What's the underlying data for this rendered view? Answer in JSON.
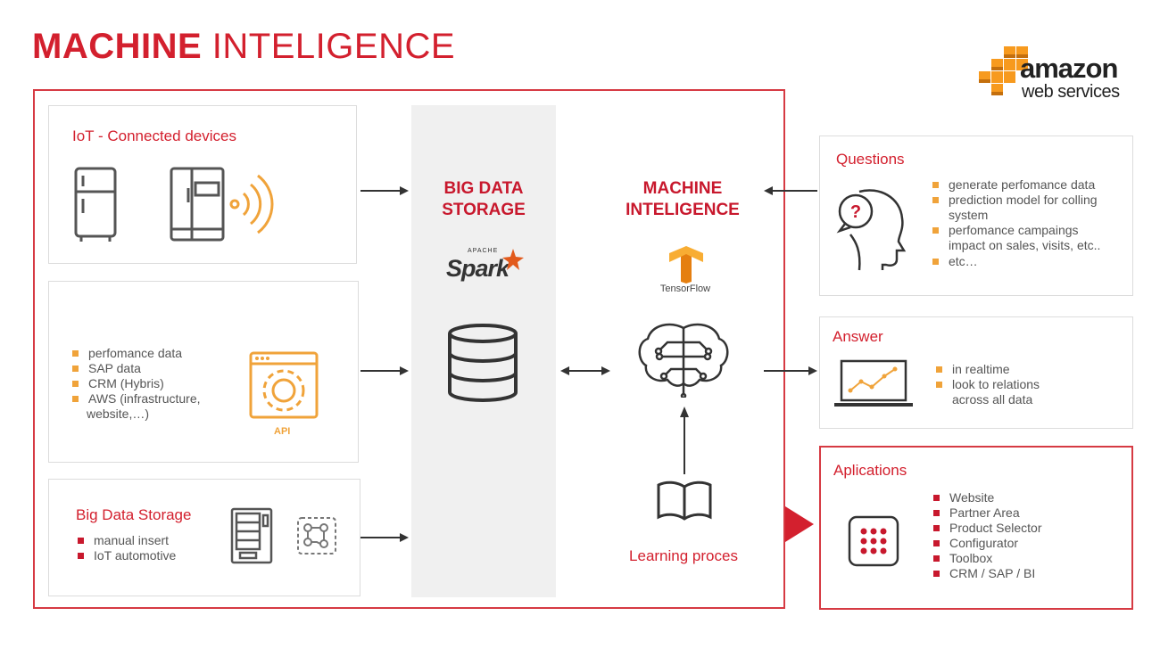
{
  "title": {
    "bold": "MACHINE",
    "light": "INTELIGENCE"
  },
  "logo": {
    "line1": "amazon",
    "line2": "web services"
  },
  "iot": {
    "title": "IoT - Connected devices"
  },
  "data_sources": {
    "items": [
      "perfomance data",
      "SAP data",
      "CRM (Hybris)",
      "AWS (infrastructure,",
      "website,…)"
    ],
    "api_label": "API"
  },
  "big_data_input": {
    "title": "Big Data Storage",
    "items": [
      "manual insert",
      "IoT automotive"
    ]
  },
  "storage": {
    "heading_1": "BIG DATA",
    "heading_2": "STORAGE",
    "spark_small": "APACHE",
    "spark": "Spark"
  },
  "mi": {
    "heading_1": "MACHINE",
    "heading_2": "INTELIGENCE",
    "tf_label": "TensorFlow"
  },
  "learning": {
    "label": "Learning proces"
  },
  "questions": {
    "title": "Questions",
    "items": [
      "generate perfomance data",
      "prediction model for colling",
      "system",
      "perfomance campaings",
      "impact on sales, visits, etc..",
      "etc…"
    ]
  },
  "answer": {
    "title": "Answer",
    "items": [
      "in realtime",
      "look to relations",
      "across all data"
    ]
  },
  "applications": {
    "title": "Aplications",
    "items": [
      "Website",
      "Partner Area",
      "Product Selector",
      "Configurator",
      "Toolbox",
      "CRM / SAP / BI"
    ]
  },
  "colors": {
    "brand_red": "#d3202e",
    "accent_orange": "#f0a33a",
    "aws_orange": "#f79a1e"
  }
}
